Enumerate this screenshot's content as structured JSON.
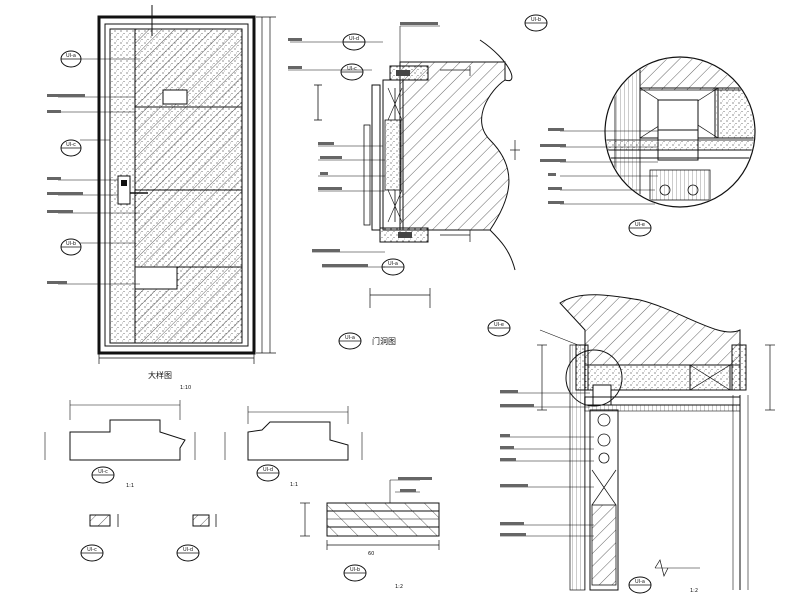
{
  "tags": {
    "ua": "UI-a",
    "uc": "UI-c",
    "ud": "UI-d",
    "ub": "UI-b",
    "ue": "UI-e"
  },
  "text": {
    "elevation_caption": "大样图",
    "mid_plan_title": "门洞图",
    "scale": "1:10",
    "scale1": "1:1",
    "scale2": "1:2",
    "dimension_small": "60"
  }
}
